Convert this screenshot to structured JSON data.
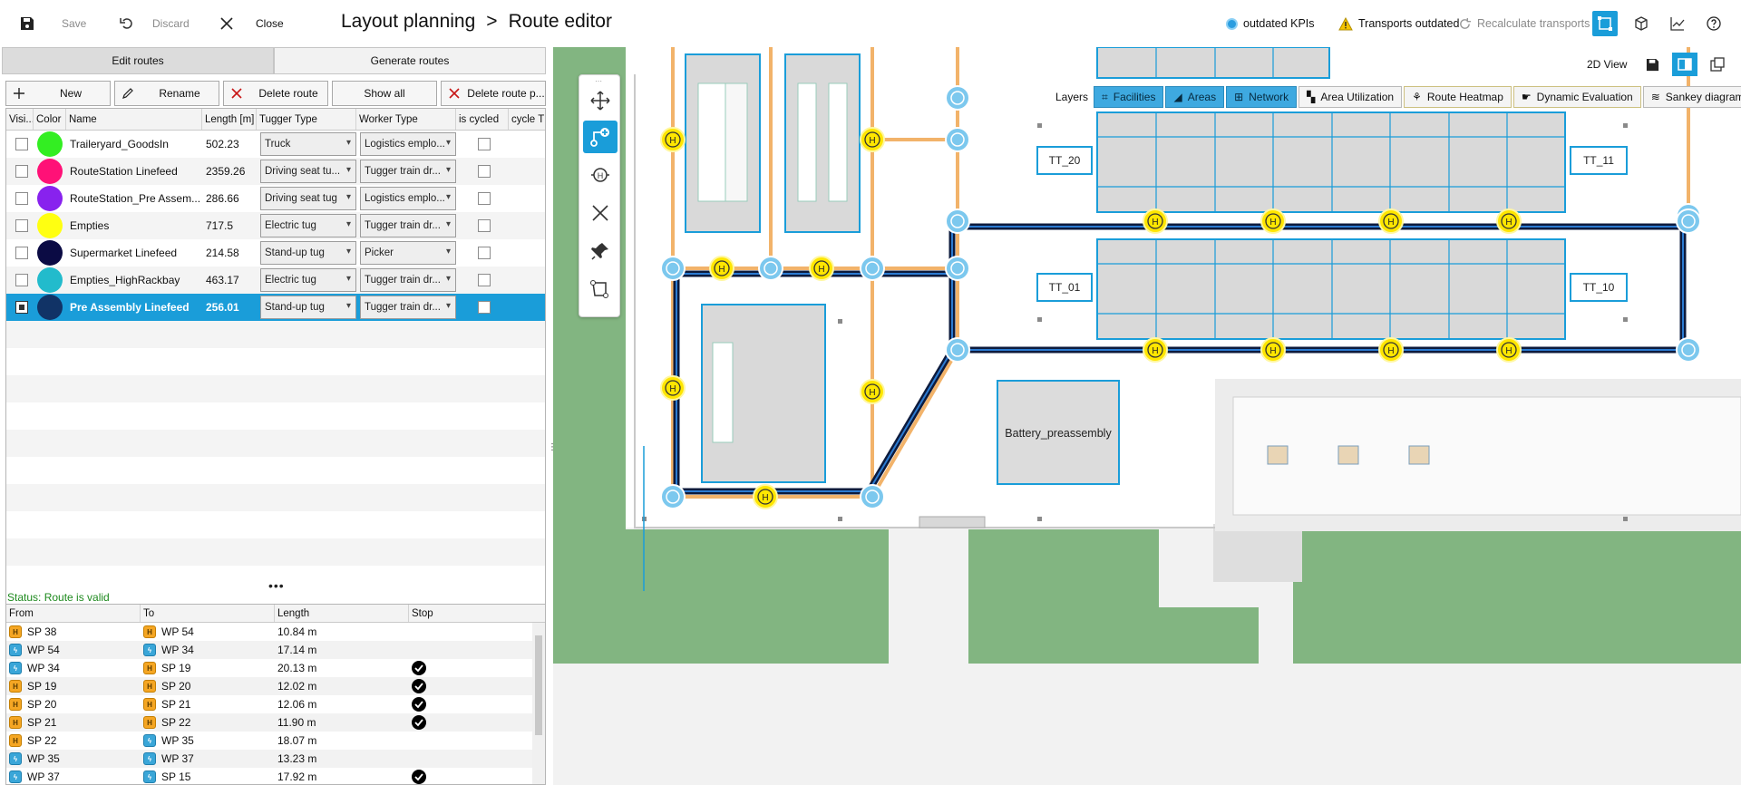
{
  "toolbar": {
    "save": "Save",
    "discard": "Discard",
    "close": "Close",
    "title_parent": "Layout planning",
    "title_sep": ">",
    "title_page": "Route editor",
    "kpis": "outdated KPIs",
    "transports": "Transports outdated",
    "recalculate": "Recalculate transports"
  },
  "tabs": [
    "Edit routes",
    "Generate routes"
  ],
  "route_actions": {
    "new": "New",
    "rename": "Rename",
    "delete": "Delete route",
    "show_all": "Show all",
    "delete_point": "Delete route p..."
  },
  "grid": {
    "headers": [
      "Visi...",
      "Color",
      "Name",
      "Length [m]",
      "Tugger Type",
      "Worker Type",
      "is cycled",
      "cycle T"
    ],
    "rows": [
      {
        "name": "Traileryard_GoodsIn",
        "color": "#33ee22",
        "length": "502.23",
        "tugger": "Truck",
        "worker": "Logistics emplo...",
        "visible": false,
        "cycled": false
      },
      {
        "name": "RouteStation Linefeed",
        "color": "#ff1177",
        "length": "2359.26",
        "tugger": "Driving seat tu...",
        "worker": "Tugger train dr...",
        "visible": false,
        "cycled": false
      },
      {
        "name": "RouteStation_Pre Assem...",
        "color": "#8822ee",
        "length": "286.66",
        "tugger": "Driving seat tug",
        "worker": "Logistics emplo...",
        "visible": false,
        "cycled": false
      },
      {
        "name": "Empties",
        "color": "#ffff11",
        "length": "717.5",
        "tugger": "Electric tug",
        "worker": "Tugger train dr...",
        "visible": false,
        "cycled": false
      },
      {
        "name": "Supermarket Linefeed",
        "color": "#0b0b44",
        "length": "214.58",
        "tugger": "Stand-up tug",
        "worker": "Picker",
        "visible": false,
        "cycled": false
      },
      {
        "name": "Empties_HighRackbay",
        "color": "#22bbcc",
        "length": "463.17",
        "tugger": "Electric tug",
        "worker": "Tugger train dr...",
        "visible": false,
        "cycled": false
      },
      {
        "name": "Pre Assembly Linefeed",
        "color": "#113366",
        "length": "256.01",
        "tugger": "Stand-up tug",
        "worker": "Tugger train dr...",
        "visible": true,
        "cycled": false
      }
    ]
  },
  "status": "Status: Route is valid",
  "waypoints": {
    "headers": [
      "From",
      "To",
      "Length",
      "Stop"
    ],
    "rows": [
      {
        "from": "SP 38",
        "from_type": "sp",
        "to": "WP 54",
        "to_type": "sp",
        "length": "10.84 m",
        "stop": false
      },
      {
        "from": "WP 54",
        "from_type": "wp",
        "to": "WP 34",
        "to_type": "wp",
        "length": "17.14 m",
        "stop": false
      },
      {
        "from": "WP 34",
        "from_type": "wp",
        "to": "SP 19",
        "to_type": "sp",
        "length": "20.13 m",
        "stop": true
      },
      {
        "from": "SP 19",
        "from_type": "sp",
        "to": "SP 20",
        "to_type": "sp",
        "length": "12.02 m",
        "stop": true
      },
      {
        "from": "SP 20",
        "from_type": "sp",
        "to": "SP 21",
        "to_type": "sp",
        "length": "12.06 m",
        "stop": true
      },
      {
        "from": "SP 21",
        "from_type": "sp",
        "to": "SP 22",
        "to_type": "sp",
        "length": "11.90 m",
        "stop": true
      },
      {
        "from": "SP 22",
        "from_type": "sp",
        "to": "WP 35",
        "to_type": "wp",
        "length": "18.07 m",
        "stop": false
      },
      {
        "from": "WP 35",
        "from_type": "wp",
        "to": "WP 37",
        "to_type": "wp",
        "length": "13.23 m",
        "stop": false
      },
      {
        "from": "WP 37",
        "from_type": "wp",
        "to": "SP 15",
        "to_type": "wp",
        "length": "17.92 m",
        "stop": true
      }
    ]
  },
  "view": {
    "label": "2D View"
  },
  "layers": {
    "label": "Layers",
    "items": [
      {
        "label": "Facilities",
        "on": true
      },
      {
        "label": "Areas",
        "on": true
      },
      {
        "label": "Network",
        "on": true
      },
      {
        "label": "Area Utilization",
        "on": false
      },
      {
        "label": "Route Heatmap",
        "on": false
      },
      {
        "label": "Dynamic Evaluation",
        "on": false
      },
      {
        "label": "Sankey diagram",
        "on": false
      }
    ]
  },
  "map": {
    "stations": [
      "TT_20",
      "TT_11",
      "TT_01",
      "TT_10"
    ],
    "battery_area": "Battery_preassembly",
    "stop_marker": "H"
  },
  "colors": {
    "accent": "#1a9dd9",
    "route_dark": "#0d1b3d",
    "route_orange": "#f2b36a",
    "waypoint": "#7cc8ee",
    "stop_point": "#ffe600",
    "grass": "#82b581",
    "status_ok": "#1e8a1e"
  }
}
